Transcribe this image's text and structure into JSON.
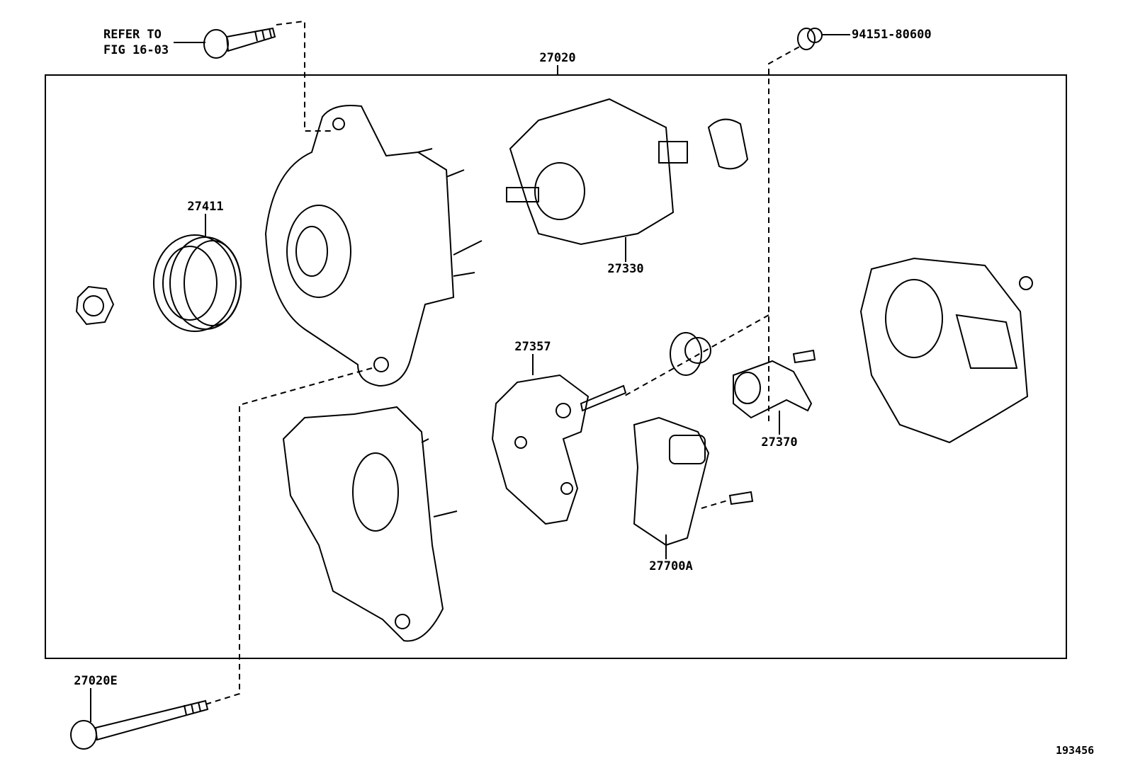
{
  "diagram": {
    "refer_note": {
      "line1": "REFER TO",
      "line2": "FIG 16-03"
    },
    "parts": {
      "assembly": "27020",
      "pulley": "27411",
      "rotor": "27330",
      "rectifier": "27357",
      "brush_holder": "27370",
      "regulator": "27700A",
      "through_bolt": "27020E",
      "nut": "94151-80600"
    },
    "figure_number": "193456",
    "line_color": "#000000",
    "background": "#ffffff"
  }
}
